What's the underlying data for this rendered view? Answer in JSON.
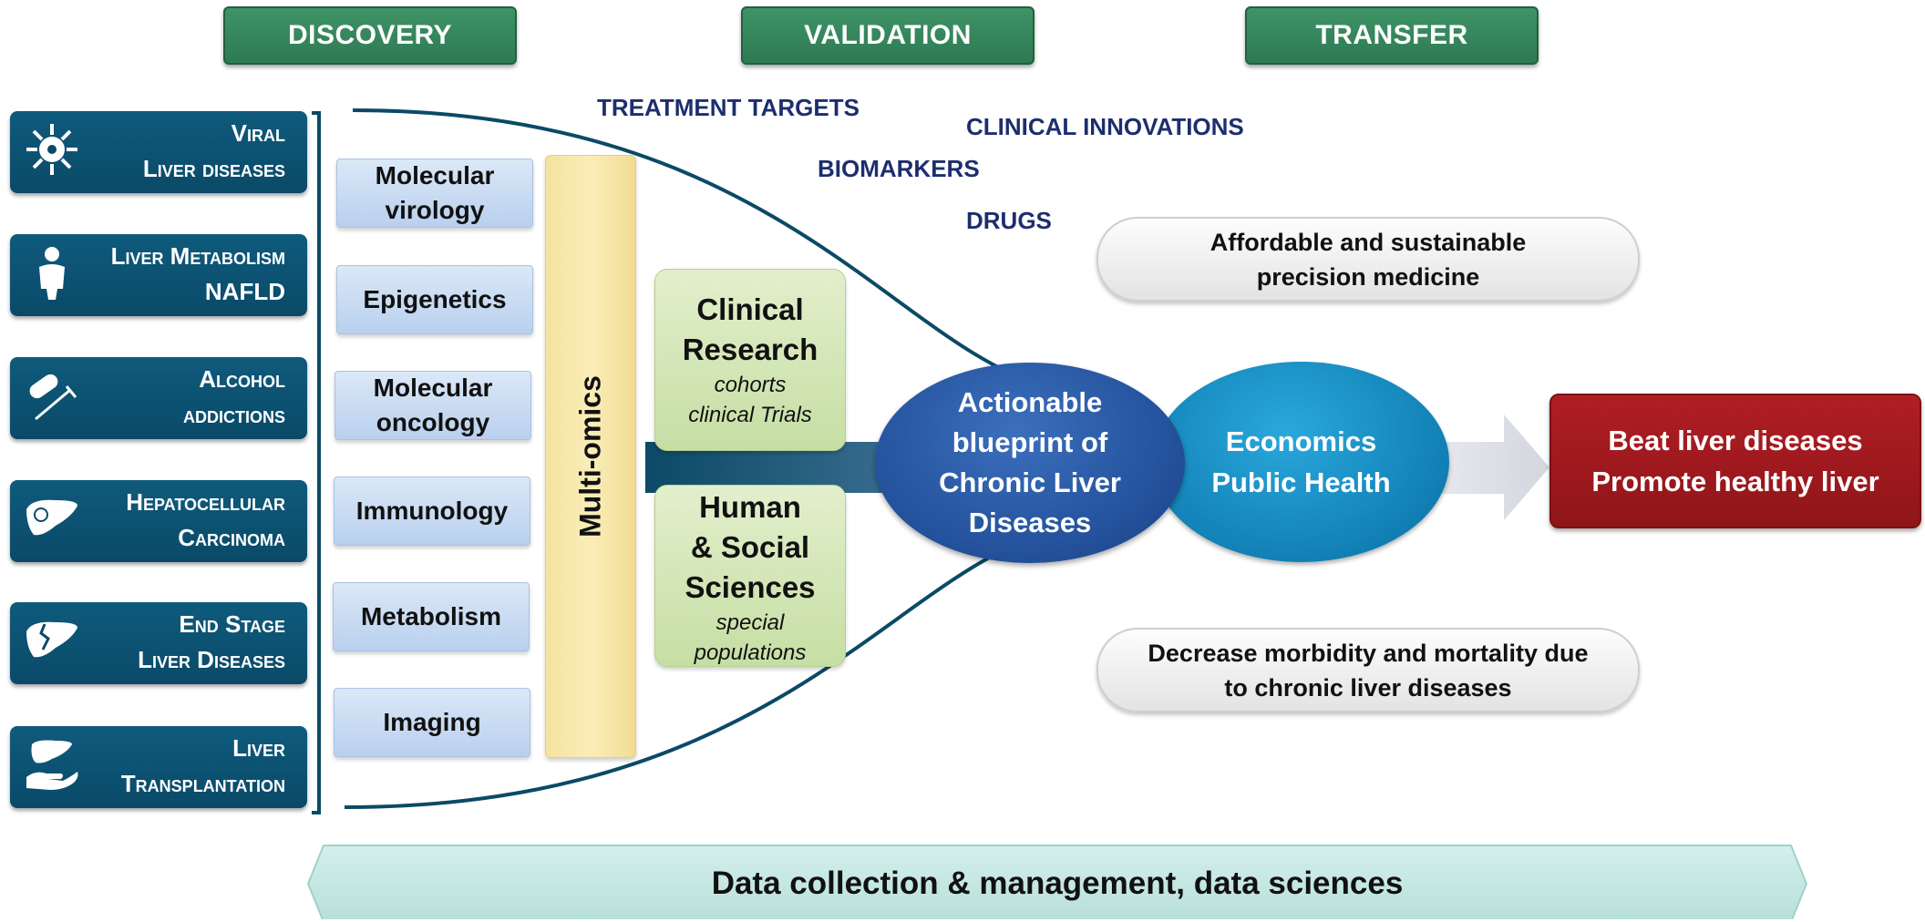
{
  "phases": [
    "DISCOVERY",
    "VALIDATION",
    "TRANSFER"
  ],
  "diseases": [
    {
      "line1": "Viral",
      "line2": "Liver diseases",
      "icon": "virus-icon"
    },
    {
      "line1": "Liver Metabolism",
      "line2": "NAFLD",
      "icon": "person-icon"
    },
    {
      "line1": "Alcohol",
      "line2": "addictions",
      "icon": "pill-syringe-icon"
    },
    {
      "line1": "Hepatocellular",
      "line2": "Carcinoma",
      "icon": "liver-tumor-icon"
    },
    {
      "line1": "End Stage",
      "line2": "Liver Diseases",
      "icon": "damaged-liver-icon"
    },
    {
      "line1": "Liver",
      "line2": "Transplantation",
      "icon": "hand-liver-icon"
    }
  ],
  "topics": [
    {
      "line1": "Molecular",
      "line2": "virology"
    },
    {
      "line1": "Epigenetics",
      "line2": ""
    },
    {
      "line1": "Molecular",
      "line2": "oncology"
    },
    {
      "line1": "Immunology",
      "line2": ""
    },
    {
      "line1": "Metabolism",
      "line2": ""
    },
    {
      "line1": "Imaging",
      "line2": ""
    }
  ],
  "multiomics": "Multi-omics",
  "clinical": {
    "line1": "Clinical",
    "line2": "Research",
    "sub1": "cohorts",
    "sub2": "clinical Trials"
  },
  "human": {
    "line1": "Human",
    "line2": "& Social",
    "line3": "Sciences",
    "sub1": "special",
    "sub2": "populations"
  },
  "funnel_labels": {
    "treatment": "TREATMENT TARGETS",
    "innovations": "CLINICAL INNOVATIONS",
    "biomarkers": "BIOMARKERS",
    "drugs": "DRUGS"
  },
  "blueprint": {
    "line1": "Actionable",
    "line2": "blueprint of",
    "line3": "Chronic Liver",
    "line4": "Diseases"
  },
  "economics": {
    "line1": "Economics",
    "line2": "Public Health"
  },
  "pill_top": {
    "line1": "Affordable and sustainable",
    "line2": "precision medicine"
  },
  "pill_bottom": {
    "line1": "Decrease morbidity and mortality due",
    "line2": "to chronic liver diseases"
  },
  "beat": {
    "line1": "Beat liver diseases",
    "line2": "Promote healthy liver"
  },
  "banner": "Data collection & management, data sciences",
  "colors": {
    "phase": "#2e7a53",
    "disease": "#0a4a68",
    "funnel": "#0b4a66",
    "blueprint": "#1f4f98",
    "economics": "#1b8cc2",
    "beat": "#9b1a1e",
    "banner": "#c4e6e1",
    "label": "#1d2e6e"
  }
}
